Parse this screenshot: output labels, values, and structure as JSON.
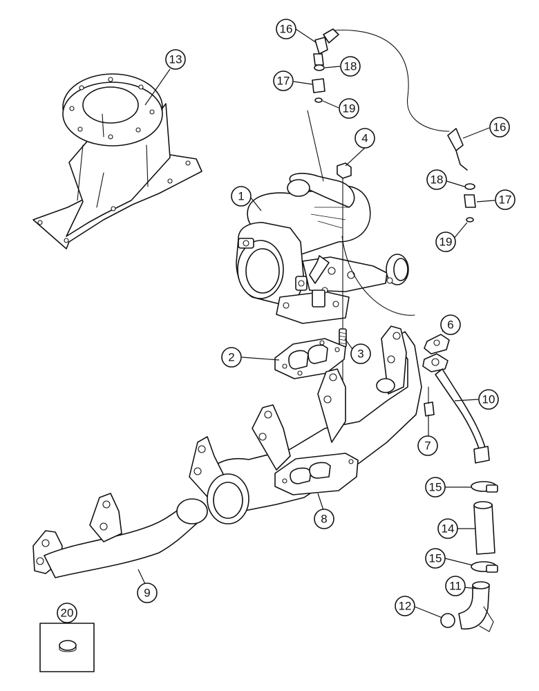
{
  "diagram": {
    "callouts": {
      "c1": "1",
      "c2": "2",
      "c3": "3",
      "c4": "4",
      "c6": "6",
      "c7": "7",
      "c8": "8",
      "c9": "9",
      "c10": "10",
      "c11": "11",
      "c12": "12",
      "c13": "13",
      "c14": "14",
      "c15a": "15",
      "c15b": "15",
      "c16a": "16",
      "c16b": "16",
      "c17a": "17",
      "c17b": "17",
      "c18a": "18",
      "c18b": "18",
      "c19a": "19",
      "c19b": "19",
      "c20": "20"
    }
  }
}
